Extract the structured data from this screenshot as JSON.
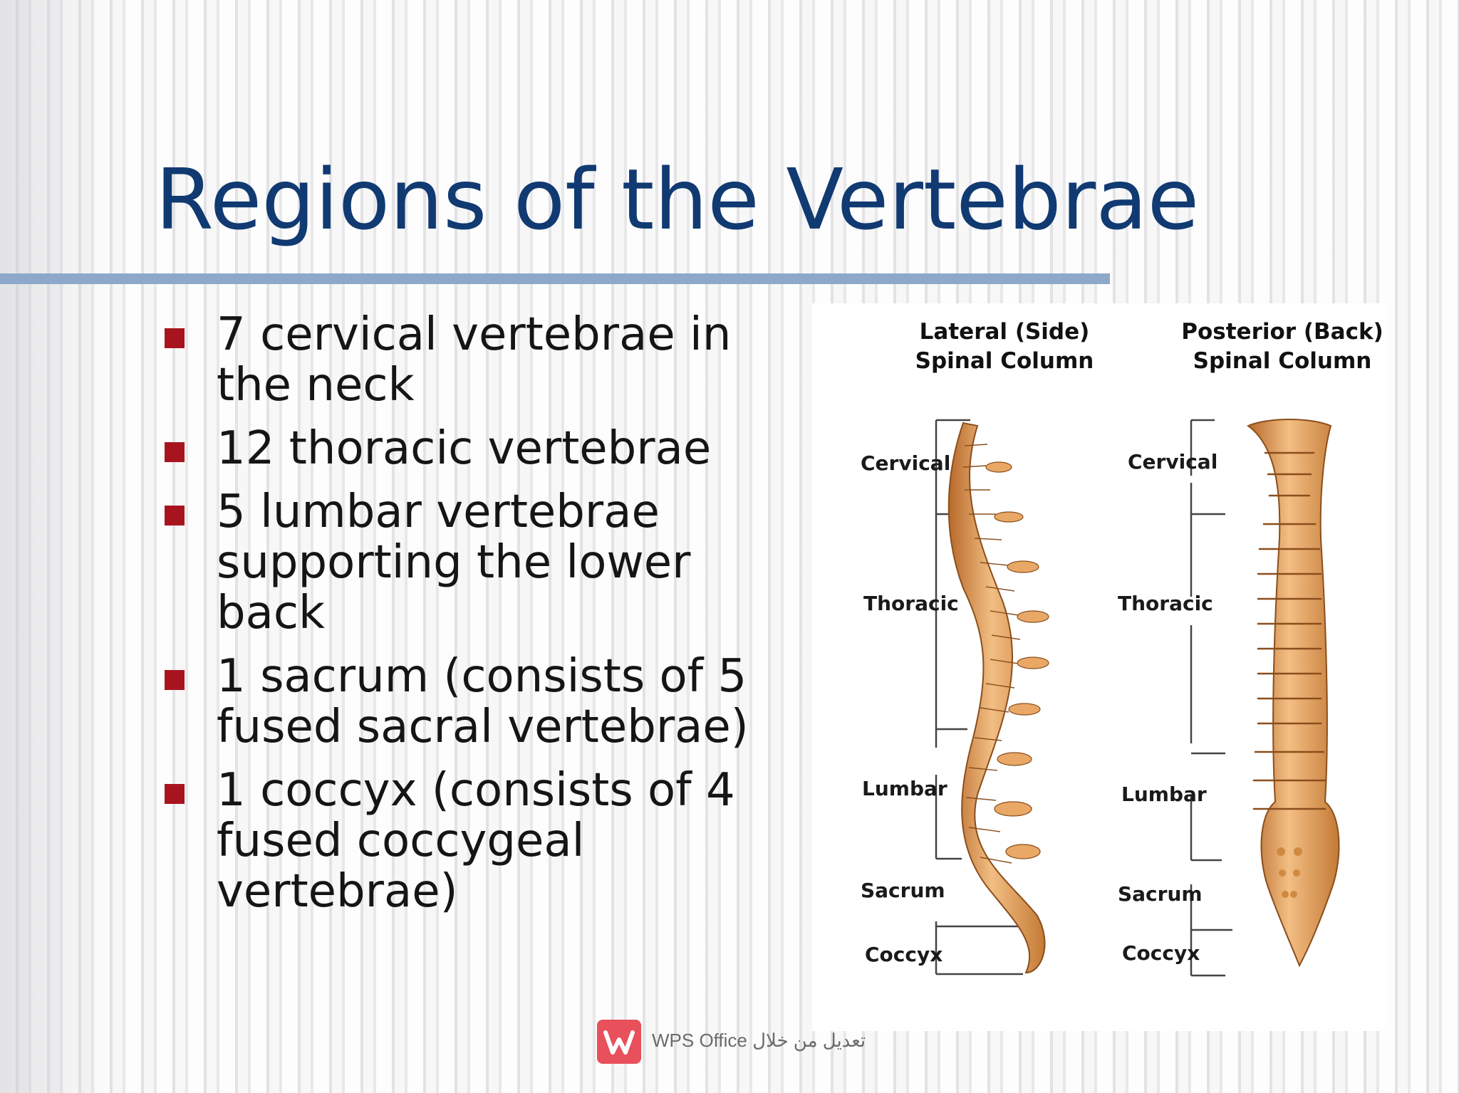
{
  "slide": {
    "title": "Regions of the Vertebrae",
    "bullets": [
      "7 cervical vertebrae in the neck",
      "12 thoracic vertebrae",
      "5 lumbar vertebrae supporting the lower back",
      "1 sacrum (consists of 5 fused sacral vertebrae)",
      "1 coccyx (consists of 4 fused coccygeal vertebrae)"
    ]
  },
  "figure": {
    "lateral_heading": "Lateral (Side) Spinal Column",
    "posterior_heading": "Posterior (Back) Spinal Column",
    "lateral_labels": {
      "cervical": "Cervical",
      "thoracic": "Thoracic",
      "lumbar": "Lumbar",
      "sacrum": "Sacrum",
      "coccyx": "Coccyx"
    },
    "posterior_labels": {
      "cervical": "Cervical",
      "thoracic": "Thoracic",
      "lumbar": "Lumbar",
      "sacrum": "Sacrum",
      "coccyx": "Coccyx"
    }
  },
  "footer": {
    "app_label": "WPS Office تعديل من خلال"
  },
  "colors": {
    "title": "#103a71",
    "bullet_marker": "#a8141e",
    "rule": "#8ea8c9",
    "bone": "#e7a45e"
  }
}
